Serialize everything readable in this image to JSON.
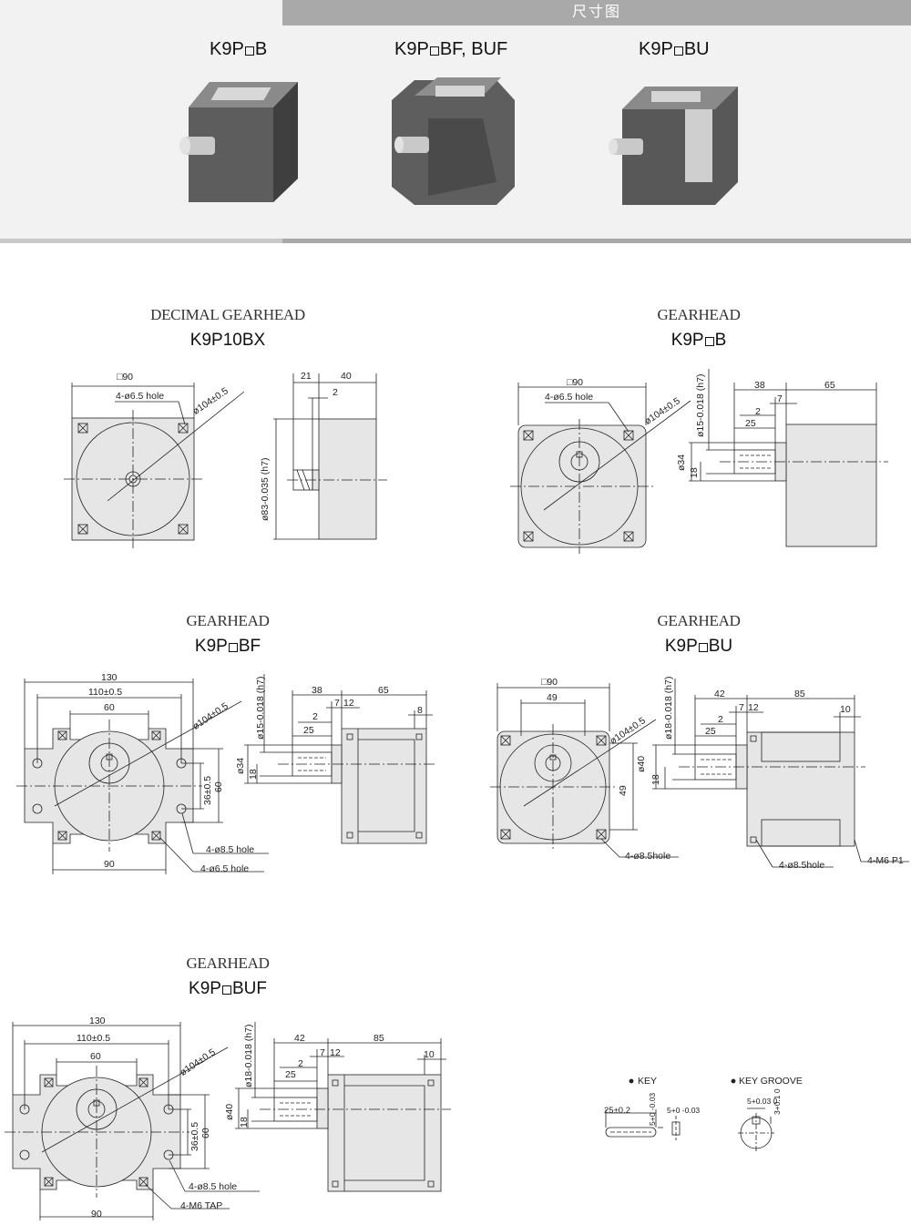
{
  "header": {
    "title": "尺寸图"
  },
  "products": [
    {
      "label_pre": "K9P",
      "label_post": "B"
    },
    {
      "label_pre": "K9P",
      "label_post": "BF, BUF"
    },
    {
      "label_pre": "K9P",
      "label_post": "BU"
    }
  ],
  "sections": {
    "s1": {
      "title": "DECIMAL GEARHEAD",
      "model": "K9P10BX"
    },
    "s2": {
      "title": "GEARHEAD",
      "model_pre": "K9P",
      "model_post": "B"
    },
    "s3": {
      "title": "GEARHEAD",
      "model_pre": "K9P",
      "model_post": "BF"
    },
    "s4": {
      "title": "GEARHEAD",
      "model_pre": "K9P",
      "model_post": "BU"
    },
    "s5": {
      "title": "GEARHEAD",
      "model_pre": "K9P",
      "model_post": "BUF"
    }
  },
  "dims": {
    "s1": {
      "sq90": "□90",
      "hole": "4-ø6.5 hole",
      "pcd": "ø104±0.5",
      "d21": "21",
      "d40": "40",
      "d2": "2",
      "dia83": "ø83-0.035 (h7)"
    },
    "s2": {
      "sq90": "□90",
      "hole": "4-ø6.5 hole",
      "pcd": "ø104±0.5",
      "shaft": "ø15-0.018 (h7)",
      "d38": "38",
      "d65": "65",
      "d7": "7",
      "d2": "2",
      "d25": "25",
      "d34": "ø34",
      "d18": "18"
    },
    "s3": {
      "d130": "130",
      "d110": "110±0.5",
      "d60": "60",
      "pcd": "ø104±0.5",
      "d36": "36±0.5",
      "d60v": "60",
      "d90": "90",
      "hole85": "4-ø8.5 hole",
      "hole65": "4-ø6.5 hole",
      "shaft": "ø15-0.018 (h7)",
      "d38": "38",
      "d65": "65",
      "d7": "7",
      "d12": "12",
      "d8": "8",
      "d2": "2",
      "d25": "25",
      "d34": "ø34",
      "d18": "18"
    },
    "s4": {
      "sq90": "□90",
      "d49": "49",
      "pcd": "ø104±0.5",
      "d49v": "49",
      "hole": "4-ø8.5hole",
      "shaft": "ø18-0.018 (h7)",
      "d42": "42",
      "d85": "85",
      "d7": "7",
      "d12": "12",
      "d10": "10",
      "d2": "2",
      "d25": "25",
      "d40": "ø40",
      "d18": "18",
      "hole2": "4-ø8.5hole",
      "tap": "4-M6 P1"
    },
    "s5": {
      "d130": "130",
      "d110": "110±0.5",
      "d60": "60",
      "pcd": "ø104±0.5",
      "d36": "36±0.5",
      "d60v": "60",
      "d90": "90",
      "hole": "4-ø8.5 hole",
      "tap": "4-M6 TAP",
      "shaft": "ø18-0.018 (h7)",
      "d42": "42",
      "d85": "85",
      "d7": "7",
      "d12": "12",
      "d10": "10",
      "d2": "2",
      "d25": "25",
      "d40": "ø40",
      "d18": "18"
    }
  },
  "key": {
    "key_label": "KEY",
    "groove_label": "KEY GROOVE",
    "k25": "25±0.2",
    "k5a": "5+0 -0.03",
    "k5b": "5+0 -0.03",
    "g5": "5+0.03 0",
    "g3": "3+0.1 0"
  }
}
